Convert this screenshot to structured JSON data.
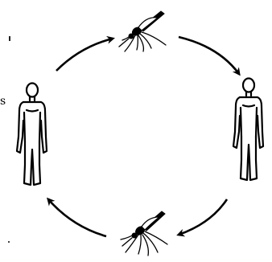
{
  "diagram": {
    "edge_text_fragment": "s",
    "nodes": [
      {
        "id": "mosquito-top",
        "icon": "mosquito-icon"
      },
      {
        "id": "human-right",
        "icon": "human-figure-icon"
      },
      {
        "id": "mosquito-bottom",
        "icon": "mosquito-icon"
      },
      {
        "id": "human-left",
        "icon": "human-figure-icon"
      }
    ],
    "arrows": [
      {
        "from": "human-left",
        "to": "mosquito-top"
      },
      {
        "from": "mosquito-top",
        "to": "human-right"
      },
      {
        "from": "human-right",
        "to": "mosquito-bottom"
      },
      {
        "from": "mosquito-bottom",
        "to": "human-left"
      }
    ],
    "colors": {
      "ink": "#000000",
      "background": "#ffffff"
    }
  }
}
